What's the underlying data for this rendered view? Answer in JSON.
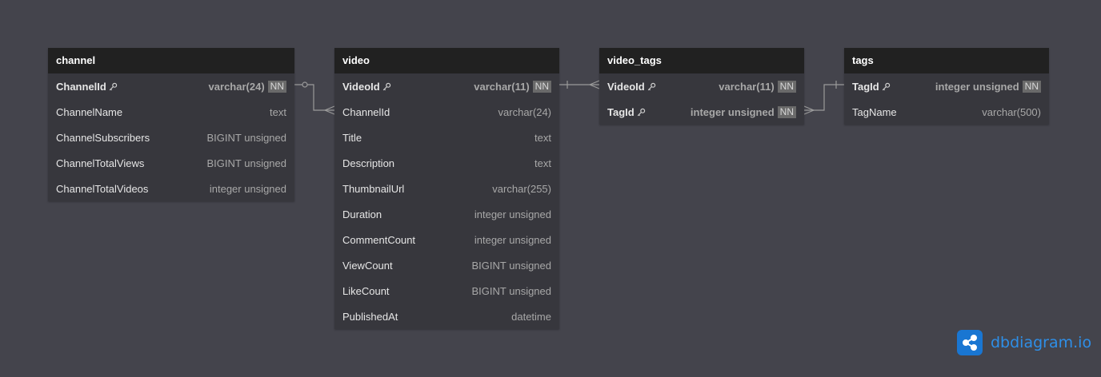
{
  "tables": {
    "channel": {
      "name": "channel",
      "fields": [
        {
          "name": "ChannelId",
          "type": "varchar(24)",
          "nn": "NN"
        },
        {
          "name": "ChannelName",
          "type": "text"
        },
        {
          "name": "ChannelSubscribers",
          "type": "BIGINT unsigned"
        },
        {
          "name": "ChannelTotalViews",
          "type": "BIGINT unsigned"
        },
        {
          "name": "ChannelTotalVideos",
          "type": "integer unsigned"
        }
      ]
    },
    "video": {
      "name": "video",
      "fields": [
        {
          "name": "VideoId",
          "type": "varchar(11)",
          "nn": "NN"
        },
        {
          "name": "ChannelId",
          "type": "varchar(24)"
        },
        {
          "name": "Title",
          "type": "text"
        },
        {
          "name": "Description",
          "type": "text"
        },
        {
          "name": "ThumbnailUrl",
          "type": "varchar(255)"
        },
        {
          "name": "Duration",
          "type": "integer unsigned"
        },
        {
          "name": "CommentCount",
          "type": "integer unsigned"
        },
        {
          "name": "ViewCount",
          "type": "BIGINT unsigned"
        },
        {
          "name": "LikeCount",
          "type": "BIGINT unsigned"
        },
        {
          "name": "PublishedAt",
          "type": "datetime"
        }
      ]
    },
    "video_tags": {
      "name": "video_tags",
      "fields": [
        {
          "name": "VideoId",
          "type": "varchar(11)",
          "nn": "NN"
        },
        {
          "name": "TagId",
          "type": "integer unsigned",
          "nn": "NN"
        }
      ]
    },
    "tags": {
      "name": "tags",
      "fields": [
        {
          "name": "TagId",
          "type": "integer unsigned",
          "nn": "NN"
        },
        {
          "name": "TagName",
          "type": "varchar(500)"
        }
      ]
    }
  },
  "colors": {
    "background": "#44444c",
    "table_body": "#37373d",
    "table_header": "#212121",
    "connector": "#9a9a9a",
    "brand": "#2e8fe8"
  },
  "brand": {
    "text": "dbdiagram.io",
    "icon": "share-nodes-icon"
  }
}
